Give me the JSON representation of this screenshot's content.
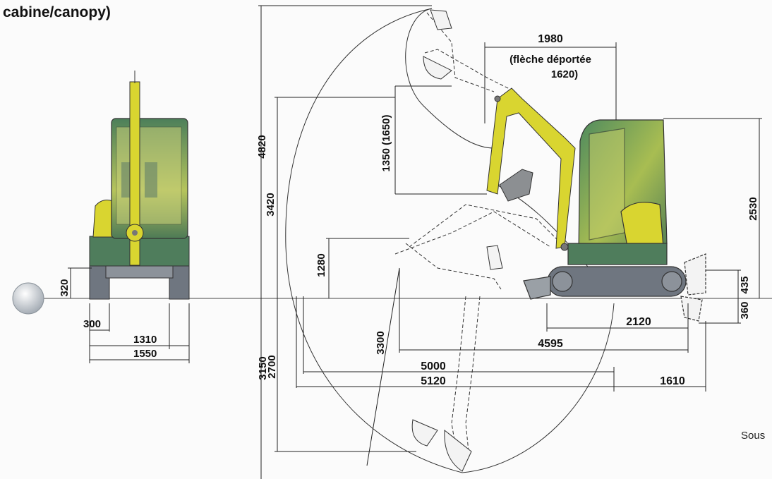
{
  "title": "cabine/canopy)",
  "footer_text": "Sous",
  "colors": {
    "machine_yellow": "#d9d530",
    "cab_green": "#5a8a5a",
    "track_gray": "#6f7680",
    "dim_line": "#222222"
  },
  "front_view": {
    "dim_320": "320",
    "dim_300": "300",
    "dim_1310": "1310",
    "dim_1550": "1550"
  },
  "side_view": {
    "dim_1980": "1980",
    "dim_1980_note_1": "(flèche déportée",
    "dim_1980_note_2": "1620)",
    "dim_1350": "1350 (1650)",
    "dim_4820": "4820",
    "dim_3420": "3420",
    "dim_1280": "1280",
    "dim_3300": "3300",
    "dim_3150": "3150",
    "dim_2700": "2700",
    "dim_2530": "2530",
    "dim_435": "435",
    "dim_360": "360",
    "dim_2120": "2120",
    "dim_4595": "4595",
    "dim_5000": "5000",
    "dim_5120": "5120",
    "dim_1610": "1610"
  }
}
